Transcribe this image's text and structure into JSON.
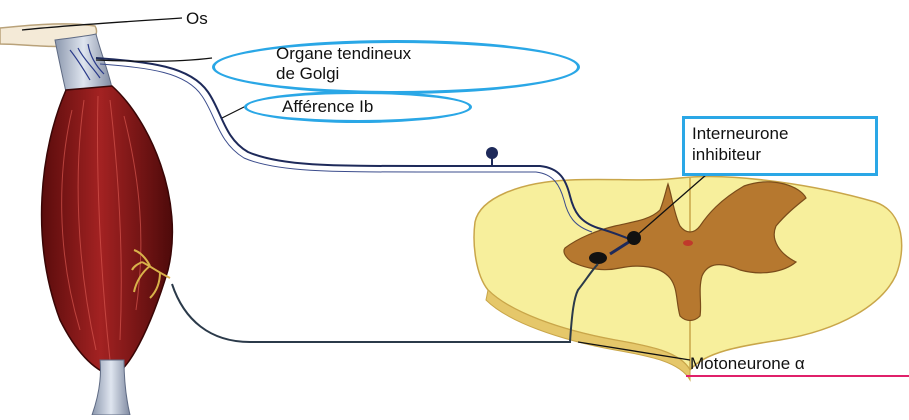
{
  "labels": {
    "os": "Os",
    "golgi_line1": "Organe tendineux",
    "golgi_line2": "de Golgi",
    "afference": "Afférence Ib",
    "interneurone_line1": "Interneurone",
    "interneurone_line2": "inhibiteur",
    "motoneurone": "Motoneurone α"
  },
  "colors": {
    "highlight_outline": "#2aa7e6",
    "motoneurone_underline": "#e0206a",
    "muscle": "#8e1a1a",
    "tendon": "#b9c4d6",
    "spinal_white_matter": "#f7ef9c",
    "spinal_gray_matter": "#b6782f",
    "nerve_fiber": "#1e2a5a"
  }
}
